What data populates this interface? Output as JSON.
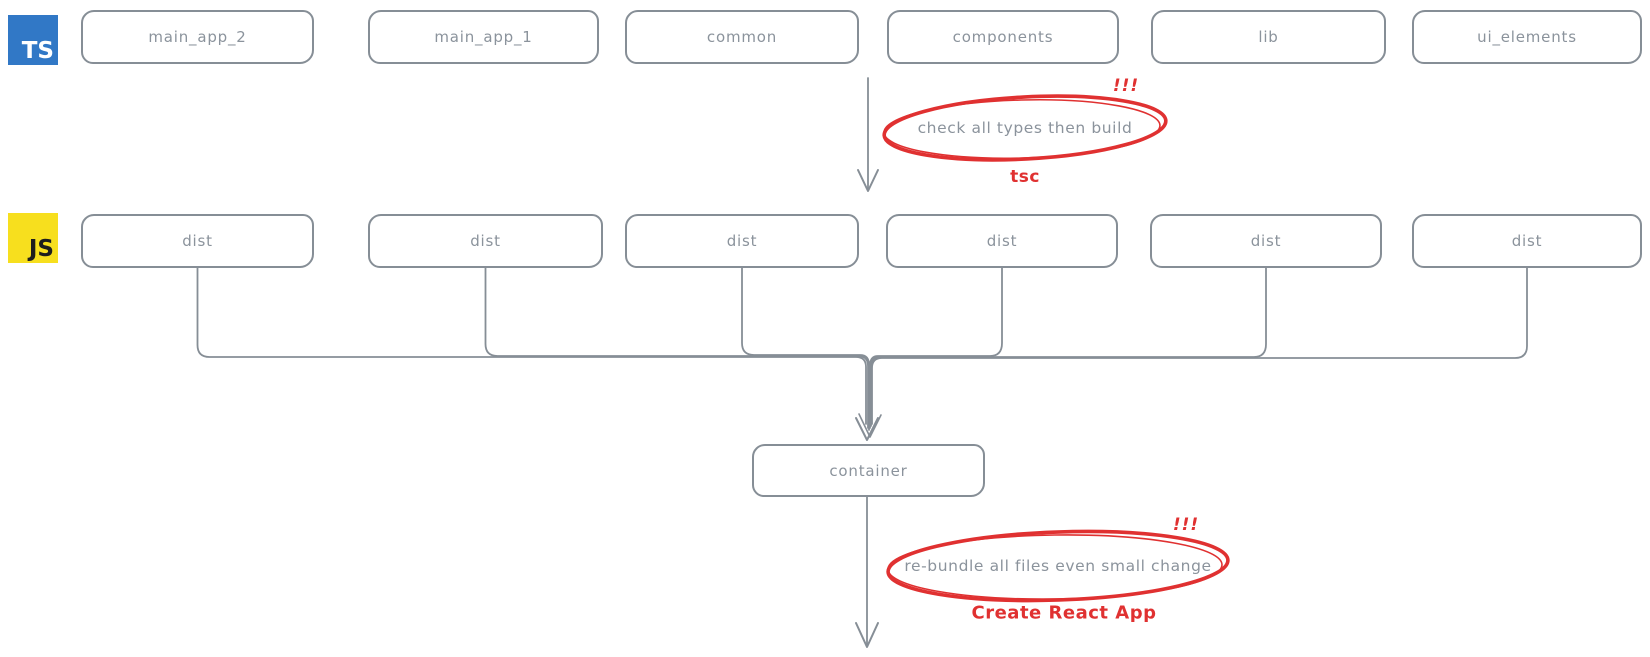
{
  "diagram": {
    "ts_badge": "TS",
    "js_badge": "JS",
    "ts_row": [
      "main_app_2",
      "main_app_1",
      "common",
      "components",
      "lib",
      "ui_elements"
    ],
    "js_row": [
      "dist",
      "dist",
      "dist",
      "dist",
      "dist",
      "dist"
    ],
    "container_label": "container",
    "tsc_note": {
      "exclaim": "!!!",
      "label": "check all types then build",
      "tool": "tsc"
    },
    "cra_note": {
      "exclaim": "!!!",
      "label": "re-bundle all files even small change",
      "tool": "Create React App"
    },
    "colors": {
      "stroke_gray": "#868e96",
      "text_gray": "#8b939c",
      "annotation_red": "#e03131",
      "ts_blue": "#3178c6",
      "js_yellow": "#f7df1e"
    }
  }
}
